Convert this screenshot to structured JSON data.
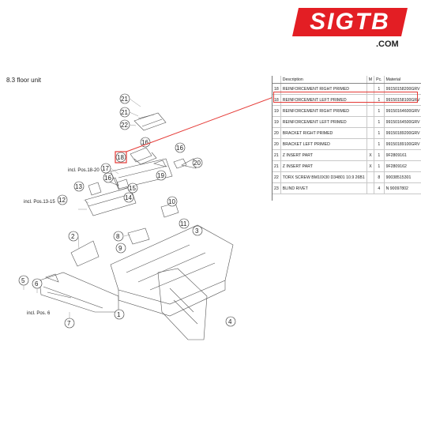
{
  "logo": {
    "main": "SIGTB",
    "suffix": ".COM",
    "color": "#e31e24"
  },
  "section": {
    "title": "8.3  floor unit"
  },
  "table": {
    "headers": {
      "pos": "",
      "description": "Description",
      "m": "M",
      "qty": "Pc.",
      "material": "Material"
    },
    "rows": [
      {
        "pos": "18",
        "description": "REINFORCEMENT RIGHT PRIMED",
        "m": "",
        "qty": "1",
        "material": "99150158200GRV"
      },
      {
        "pos": "18",
        "description": "REINFORCEMENT LEFT PRIMED",
        "m": "",
        "qty": "1",
        "material": "99150158100GRV"
      },
      {
        "pos": "19",
        "description": "REINFORCEMENT RIGHT PRIMED",
        "m": "",
        "qty": "1",
        "material": "99150164600GRV"
      },
      {
        "pos": "19",
        "description": "REINFORCEMENT LEFT PRIMED",
        "m": "",
        "qty": "1",
        "material": "99150164500GRV"
      },
      {
        "pos": "20",
        "description": "BRACKET RIGHT PRIMED",
        "m": "",
        "qty": "1",
        "material": "99150189200GRV"
      },
      {
        "pos": "20",
        "description": "BRACKET LEFT PRIMED",
        "m": "",
        "qty": "1",
        "material": "99150189100GRV"
      },
      {
        "pos": "21",
        "description": "Z INSERT PART",
        "m": "X",
        "qty": "1",
        "material": "9F2809161"
      },
      {
        "pos": "21",
        "description": "Z INSERT PART",
        "m": "X",
        "qty": "1",
        "material": "9F2809162"
      },
      {
        "pos": "22",
        "description": "TORX SCREW BM10X30 D34801 10.9 26B1",
        "m": "",
        "qty": "8",
        "material": "90038515301"
      },
      {
        "pos": "23",
        "description": "BLIND RIVET",
        "m": "",
        "qty": "4",
        "material": "N 90097802"
      }
    ]
  },
  "callouts": [
    "21",
    "21",
    "22",
    "16",
    "18",
    "17",
    "16",
    "20",
    "13",
    "16",
    "15",
    "14",
    "19",
    "12",
    "10",
    "11",
    "2",
    "8",
    "9",
    "3",
    "5",
    "6",
    "7",
    "1",
    "4"
  ],
  "diagram_labels": {
    "incl_18_20": "incl. Pos.18-20",
    "incl_13_15": "incl. Pos.13-15",
    "incl_6": "incl. Pos. 6"
  },
  "colors": {
    "highlight": "#e53935",
    "line": "#555555"
  }
}
